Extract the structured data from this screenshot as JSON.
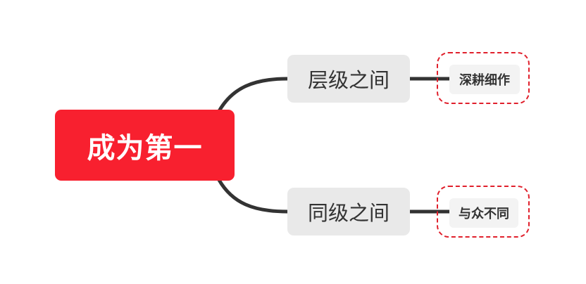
{
  "root": {
    "label": "成为第一",
    "color": "#f8202f"
  },
  "branches": [
    {
      "label": "层级之间",
      "children": [
        {
          "label": "深耕细作"
        }
      ]
    },
    {
      "label": "同级之间",
      "children": [
        {
          "label": "与众不同"
        }
      ]
    }
  ],
  "connector_color": "#333333",
  "frame_color": "#e0202c"
}
